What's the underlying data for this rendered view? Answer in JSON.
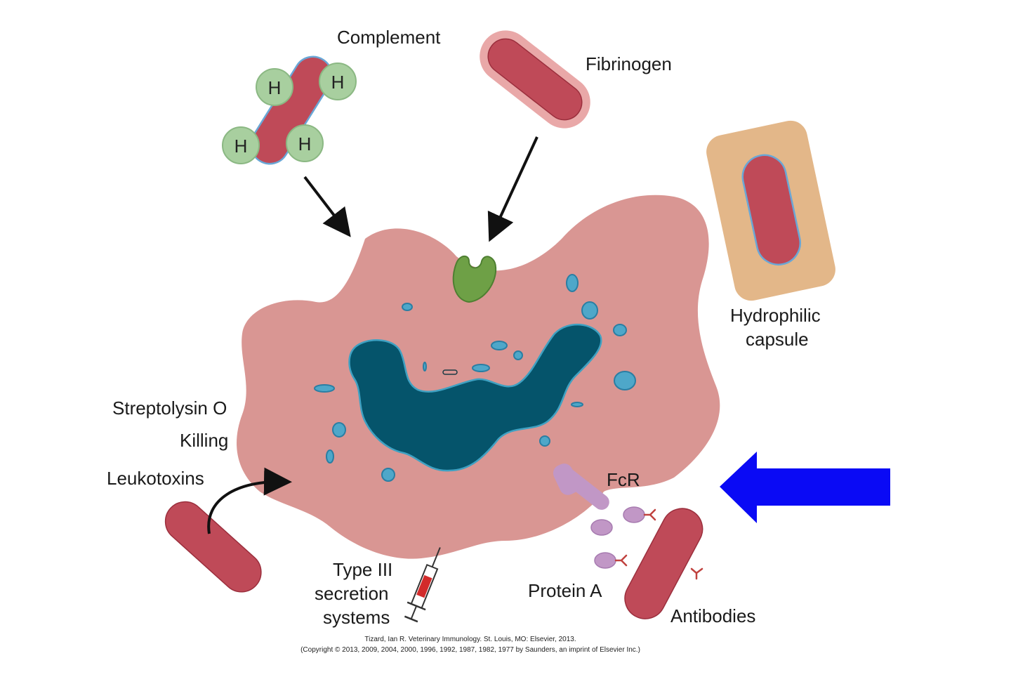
{
  "colors": {
    "cell_body": "#d99693",
    "nucleus": "#05546b",
    "nucleus_edge": "#3fa1c2",
    "bacterium": "#bf4a58",
    "bacterium_edge": "#9b2f3d",
    "capsule": "#e3b789",
    "complement_h": "#a8cf9f",
    "receptor": "#6ea046",
    "fc_receptor": "#c197c6",
    "blue_arrow": "#0a0af5"
  },
  "labels": {
    "complement": "Complement",
    "fibrinogen": "Fibrinogen",
    "hydrophilic": "Hydrophilic",
    "capsule": "capsule",
    "streptolysin": "Streptolysin O",
    "killing": "Killing",
    "leukotoxins": "Leukotoxins",
    "fcr": "FcR",
    "protein_a": "Protein A",
    "antibodies": "Antibodies",
    "type3_line1": "Type III",
    "type3_line2": "secretion",
    "type3_line3": "systems",
    "h": "H"
  },
  "citation": {
    "line1": "Tizard, Ian R. Veterinary Immunology. St. Louis, MO: Elsevier, 2013.",
    "line2": "(Copyright © 2013, 2009, 2004, 2000, 1996, 1992, 1987, 1982, 1977 by Saunders, an imprint of Elsevier Inc.)"
  },
  "icons": {
    "syringe": "syringe-icon",
    "blue_arrow": "large-left-arrow-icon"
  }
}
